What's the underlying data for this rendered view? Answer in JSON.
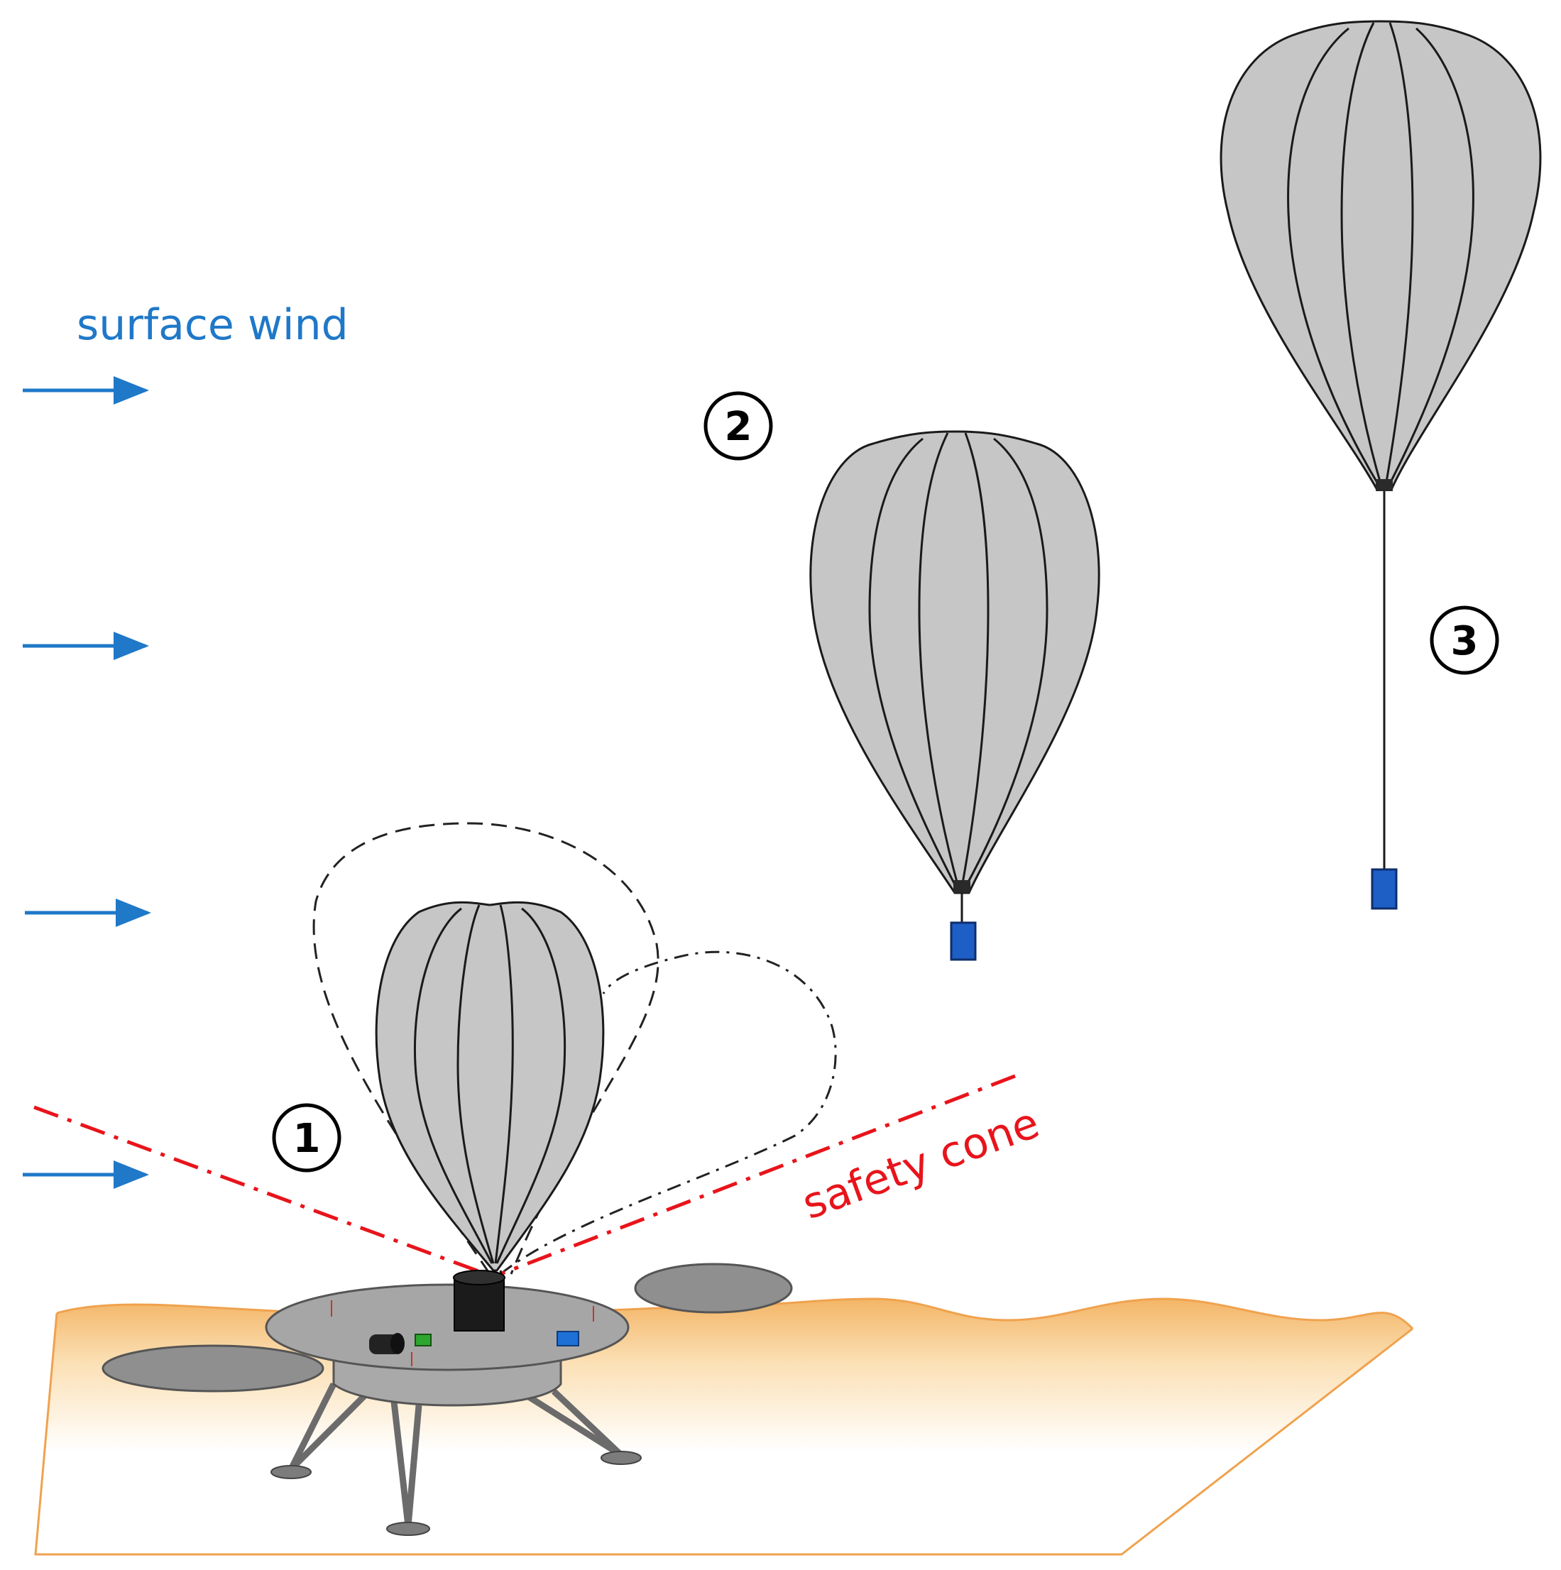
{
  "labels": {
    "surface_wind": "surface wind",
    "safety_cone": "safety cone",
    "stage_1": "1",
    "stage_2": "2",
    "stage_3": "3"
  },
  "colors": {
    "wind": "#1f78c8",
    "safety_cone": "#e8141b",
    "balloon_fill": "#c6c6c6",
    "payload": "#1e5fc6",
    "ground": "#f7c98a"
  }
}
